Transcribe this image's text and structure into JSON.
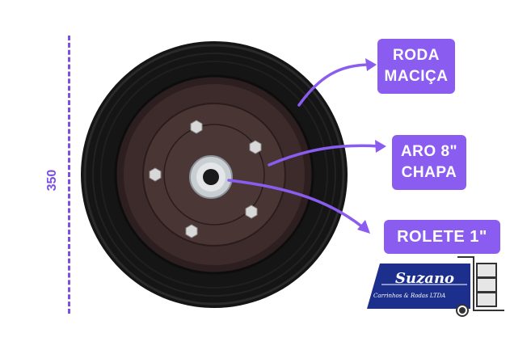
{
  "dimension": {
    "label": "350"
  },
  "callouts": {
    "roda": {
      "line1": "RODA",
      "line2": "MACIÇA"
    },
    "aro": {
      "line1": "ARO 8\"",
      "line2": "CHAPA"
    },
    "rolete": {
      "label": "ROLETE 1\""
    }
  },
  "brand": {
    "name": "Suzano",
    "tagline": "Carrinhos & Rodas LTDA"
  },
  "colors": {
    "accent": "#8a5cf0",
    "dimension": "#7b4fe0",
    "brand_bg": "#1c2f8c",
    "tire": "#1a1a1a",
    "rim": "#3a2a2a",
    "hub": "#cfd4d8"
  },
  "icons": [
    "hand-truck-icon",
    "arrow-icon"
  ]
}
